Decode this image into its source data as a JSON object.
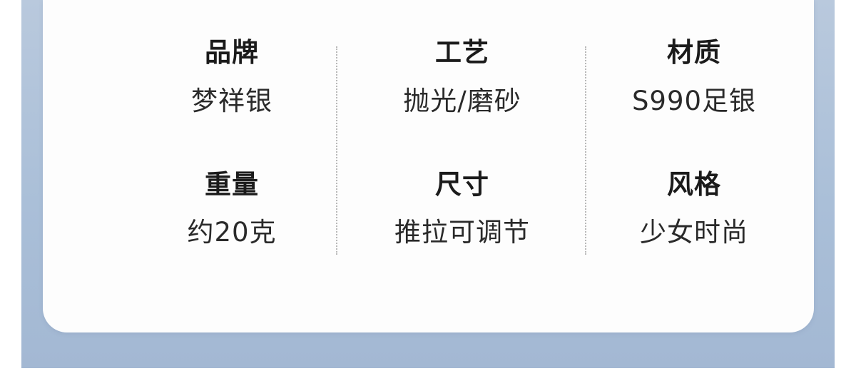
{
  "specs": [
    {
      "label": "品牌",
      "value": "梦祥银"
    },
    {
      "label": "工艺",
      "value": "抛光/磨砂"
    },
    {
      "label": "材质",
      "value": "S990足银"
    },
    {
      "label": "重量",
      "value": "约20克"
    },
    {
      "label": "尺寸",
      "value": "推拉可调节"
    },
    {
      "label": "风格",
      "value": "少女时尚"
    }
  ],
  "colors": {
    "frame": "#a3b8d3",
    "card": "#fdfdfd",
    "label_text": "#1b1b1b",
    "value_text": "#2a2a2a",
    "divider": "#b8b8b8"
  }
}
